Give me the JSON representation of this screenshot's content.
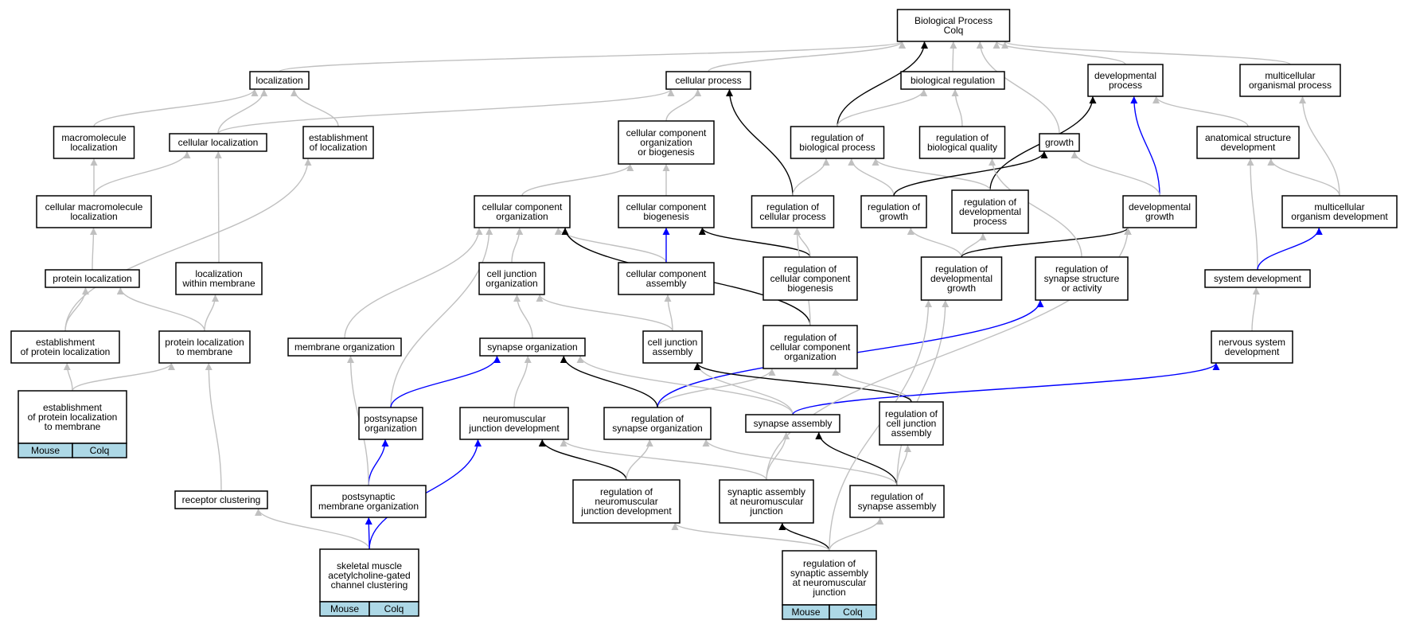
{
  "edge_types": {
    "is_a": "#c0c0c0",
    "part_of": "#0000ff",
    "regulates": "#000000"
  },
  "nodes": [
    {
      "id": "bp",
      "lines": [
        "Biological Process",
        "Colq"
      ]
    },
    {
      "id": "loc",
      "lines": [
        "localization"
      ]
    },
    {
      "id": "cp",
      "lines": [
        "cellular process"
      ]
    },
    {
      "id": "br",
      "lines": [
        "biological regulation"
      ]
    },
    {
      "id": "dp",
      "lines": [
        "developmental",
        "process"
      ]
    },
    {
      "id": "mop",
      "lines": [
        "multicellular",
        "organismal process"
      ]
    },
    {
      "id": "ml",
      "lines": [
        "macromolecule",
        "localization"
      ]
    },
    {
      "id": "cl",
      "lines": [
        "cellular localization"
      ]
    },
    {
      "id": "eol",
      "lines": [
        "establishment",
        "of localization"
      ]
    },
    {
      "id": "ccob",
      "lines": [
        "cellular component",
        "organization",
        "or biogenesis"
      ]
    },
    {
      "id": "rbp",
      "lines": [
        "regulation of",
        "biological process"
      ]
    },
    {
      "id": "rbq",
      "lines": [
        "regulation of",
        "biological quality"
      ]
    },
    {
      "id": "gr",
      "lines": [
        "growth"
      ]
    },
    {
      "id": "asd",
      "lines": [
        "anatomical structure",
        "development"
      ]
    },
    {
      "id": "cml",
      "lines": [
        "cellular macromolecule",
        "localization"
      ]
    },
    {
      "id": "cco",
      "lines": [
        "cellular component",
        "organization"
      ]
    },
    {
      "id": "ccb",
      "lines": [
        "cellular component",
        "biogenesis"
      ]
    },
    {
      "id": "rcp",
      "lines": [
        "regulation of",
        "cellular process"
      ]
    },
    {
      "id": "rg",
      "lines": [
        "regulation of",
        "growth"
      ]
    },
    {
      "id": "rdp",
      "lines": [
        "regulation of",
        "developmental",
        "process"
      ]
    },
    {
      "id": "dg",
      "lines": [
        "developmental",
        "growth"
      ]
    },
    {
      "id": "mod",
      "lines": [
        "multicellular",
        "organism development"
      ]
    },
    {
      "id": "pl",
      "lines": [
        "protein localization"
      ]
    },
    {
      "id": "lwm",
      "lines": [
        "localization",
        "within membrane"
      ]
    },
    {
      "id": "cjo",
      "lines": [
        "cell junction",
        "organization"
      ]
    },
    {
      "id": "cca",
      "lines": [
        "cellular component",
        "assembly"
      ]
    },
    {
      "id": "rccb",
      "lines": [
        "regulation of",
        "cellular component",
        "biogenesis"
      ]
    },
    {
      "id": "rdg",
      "lines": [
        "regulation of",
        "developmental",
        "growth"
      ]
    },
    {
      "id": "rssa",
      "lines": [
        "regulation of",
        "synapse structure",
        "or activity"
      ]
    },
    {
      "id": "sd",
      "lines": [
        "system development"
      ]
    },
    {
      "id": "epl",
      "lines": [
        "establishment",
        "of protein localization"
      ]
    },
    {
      "id": "pltm",
      "lines": [
        "protein localization",
        "to membrane"
      ]
    },
    {
      "id": "mo",
      "lines": [
        "membrane organization"
      ]
    },
    {
      "id": "so",
      "lines": [
        "synapse organization"
      ]
    },
    {
      "id": "cja",
      "lines": [
        "cell junction",
        "assembly"
      ]
    },
    {
      "id": "rcco",
      "lines": [
        "regulation of",
        "cellular component",
        "organization"
      ]
    },
    {
      "id": "nsd",
      "lines": [
        "nervous system",
        "development"
      ]
    },
    {
      "id": "epltm",
      "lines": [
        "establishment",
        "of protein localization",
        "to membrane"
      ],
      "tags": [
        "Mouse",
        "Colq"
      ]
    },
    {
      "id": "pso",
      "lines": [
        "postsynapse",
        "organization"
      ]
    },
    {
      "id": "njd",
      "lines": [
        "neuromuscular",
        "junction development"
      ]
    },
    {
      "id": "rso",
      "lines": [
        "regulation of",
        "synapse organization"
      ]
    },
    {
      "id": "sa",
      "lines": [
        "synapse assembly"
      ]
    },
    {
      "id": "rcja",
      "lines": [
        "regulation of",
        "cell junction",
        "assembly"
      ]
    },
    {
      "id": "rc",
      "lines": [
        "receptor clustering"
      ]
    },
    {
      "id": "pmo",
      "lines": [
        "postsynaptic",
        "membrane organization"
      ]
    },
    {
      "id": "rnjd",
      "lines": [
        "regulation of",
        "neuromuscular",
        "junction development"
      ]
    },
    {
      "id": "sanj",
      "lines": [
        "synaptic assembly",
        "at neuromuscular",
        "junction"
      ]
    },
    {
      "id": "rsa",
      "lines": [
        "regulation of",
        "synapse assembly"
      ]
    },
    {
      "id": "smac",
      "lines": [
        "skeletal muscle",
        "acetylcholine-gated",
        "channel clustering"
      ],
      "tags": [
        "Mouse",
        "Colq"
      ]
    },
    {
      "id": "rsanj",
      "lines": [
        "regulation of",
        "synaptic assembly",
        "at neuromuscular",
        "junction"
      ],
      "tags": [
        "Mouse",
        "Colq"
      ]
    }
  ],
  "edges": [
    {
      "from": "loc",
      "to": "bp",
      "type": "is_a"
    },
    {
      "from": "cp",
      "to": "bp",
      "type": "is_a"
    },
    {
      "from": "br",
      "to": "bp",
      "type": "is_a"
    },
    {
      "from": "dp",
      "to": "bp",
      "type": "is_a"
    },
    {
      "from": "mop",
      "to": "bp",
      "type": "is_a"
    },
    {
      "from": "rbp",
      "to": "bp",
      "type": "regulates"
    },
    {
      "from": "gr",
      "to": "bp",
      "type": "is_a"
    },
    {
      "from": "ml",
      "to": "loc",
      "type": "is_a"
    },
    {
      "from": "cl",
      "to": "loc",
      "type": "is_a"
    },
    {
      "from": "eol",
      "to": "loc",
      "type": "is_a"
    },
    {
      "from": "cl",
      "to": "cp",
      "type": "is_a"
    },
    {
      "from": "ccob",
      "to": "cp",
      "type": "is_a"
    },
    {
      "from": "rcp",
      "to": "cp",
      "type": "regulates"
    },
    {
      "from": "rbp",
      "to": "br",
      "type": "is_a"
    },
    {
      "from": "rbq",
      "to": "br",
      "type": "is_a"
    },
    {
      "from": "asd",
      "to": "dp",
      "type": "is_a"
    },
    {
      "from": "dg",
      "to": "dp",
      "type": "part_of"
    },
    {
      "from": "rdp",
      "to": "dp",
      "type": "regulates"
    },
    {
      "from": "mod",
      "to": "mop",
      "type": "is_a"
    },
    {
      "from": "cml",
      "to": "ml",
      "type": "is_a"
    },
    {
      "from": "cml",
      "to": "cl",
      "type": "is_a"
    },
    {
      "from": "lwm",
      "to": "cl",
      "type": "is_a"
    },
    {
      "from": "cco",
      "to": "ccob",
      "type": "is_a"
    },
    {
      "from": "ccb",
      "to": "ccob",
      "type": "is_a"
    },
    {
      "from": "rcp",
      "to": "rbp",
      "type": "is_a"
    },
    {
      "from": "rg",
      "to": "rbp",
      "type": "is_a"
    },
    {
      "from": "rdp",
      "to": "rbp",
      "type": "is_a"
    },
    {
      "from": "rg",
      "to": "gr",
      "type": "regulates"
    },
    {
      "from": "dg",
      "to": "gr",
      "type": "is_a"
    },
    {
      "from": "mod",
      "to": "asd",
      "type": "is_a"
    },
    {
      "from": "sd",
      "to": "asd",
      "type": "is_a"
    },
    {
      "from": "pl",
      "to": "cml",
      "type": "is_a"
    },
    {
      "from": "cca",
      "to": "cco",
      "type": "is_a"
    },
    {
      "from": "cjo",
      "to": "cco",
      "type": "is_a"
    },
    {
      "from": "mo",
      "to": "cco",
      "type": "is_a"
    },
    {
      "from": "pso",
      "to": "cco",
      "type": "is_a"
    },
    {
      "from": "rcco",
      "to": "cco",
      "type": "regulates"
    },
    {
      "from": "cca",
      "to": "ccb",
      "type": "part_of"
    },
    {
      "from": "rccb",
      "to": "ccb",
      "type": "regulates"
    },
    {
      "from": "rccb",
      "to": "rcp",
      "type": "is_a"
    },
    {
      "from": "rcco",
      "to": "rcp",
      "type": "is_a"
    },
    {
      "from": "rdg",
      "to": "rg",
      "type": "is_a"
    },
    {
      "from": "rdg",
      "to": "rdp",
      "type": "is_a"
    },
    {
      "from": "rdg",
      "to": "dg",
      "type": "regulates"
    },
    {
      "from": "sd",
      "to": "mod",
      "type": "part_of"
    },
    {
      "from": "epl",
      "to": "pl",
      "type": "is_a"
    },
    {
      "from": "pltm",
      "to": "pl",
      "type": "is_a"
    },
    {
      "from": "pltm",
      "to": "lwm",
      "type": "is_a"
    },
    {
      "from": "so",
      "to": "cjo",
      "type": "is_a"
    },
    {
      "from": "cja",
      "to": "cjo",
      "type": "is_a"
    },
    {
      "from": "cja",
      "to": "cca",
      "type": "is_a"
    },
    {
      "from": "rso",
      "to": "rcco",
      "type": "is_a"
    },
    {
      "from": "rcja",
      "to": "rcco",
      "type": "is_a"
    },
    {
      "from": "rsa",
      "to": "rdg",
      "type": "is_a"
    },
    {
      "from": "rssa",
      "to": "rbq",
      "type": "is_a"
    },
    {
      "from": "rso",
      "to": "rssa",
      "type": "part_of"
    },
    {
      "from": "nsd",
      "to": "sd",
      "type": "is_a"
    },
    {
      "from": "epl",
      "to": "eol",
      "type": "is_a"
    },
    {
      "from": "epltm",
      "to": "epl",
      "type": "is_a"
    },
    {
      "from": "epltm",
      "to": "pltm",
      "type": "is_a"
    },
    {
      "from": "pso",
      "to": "so",
      "type": "part_of"
    },
    {
      "from": "njd",
      "to": "so",
      "type": "is_a"
    },
    {
      "from": "rso",
      "to": "so",
      "type": "regulates"
    },
    {
      "from": "sa",
      "to": "so",
      "type": "is_a"
    },
    {
      "from": "sa",
      "to": "cja",
      "type": "is_a"
    },
    {
      "from": "rcja",
      "to": "cja",
      "type": "regulates"
    },
    {
      "from": "sa",
      "to": "nsd",
      "type": "part_of"
    },
    {
      "from": "pmo",
      "to": "pso",
      "type": "part_of"
    },
    {
      "from": "pmo",
      "to": "mo",
      "type": "is_a"
    },
    {
      "from": "rc",
      "to": "pltm",
      "type": "is_a"
    },
    {
      "from": "rnjd",
      "to": "njd",
      "type": "regulates"
    },
    {
      "from": "sanj",
      "to": "njd",
      "type": "is_a"
    },
    {
      "from": "rnjd",
      "to": "rso",
      "type": "is_a"
    },
    {
      "from": "rsa",
      "to": "rso",
      "type": "is_a"
    },
    {
      "from": "sanj",
      "to": "sa",
      "type": "is_a"
    },
    {
      "from": "rsa",
      "to": "sa",
      "type": "regulates"
    },
    {
      "from": "rsa",
      "to": "rcja",
      "type": "is_a"
    },
    {
      "from": "sanj",
      "to": "dg",
      "type": "is_a"
    },
    {
      "from": "smac",
      "to": "pmo",
      "type": "part_of"
    },
    {
      "from": "smac",
      "to": "rc",
      "type": "is_a"
    },
    {
      "from": "smac",
      "to": "njd",
      "type": "part_of"
    },
    {
      "from": "rsanj",
      "to": "sanj",
      "type": "regulates"
    },
    {
      "from": "rsanj",
      "to": "rnjd",
      "type": "is_a"
    },
    {
      "from": "rsanj",
      "to": "rsa",
      "type": "is_a"
    },
    {
      "from": "rsanj",
      "to": "rdg",
      "type": "is_a"
    }
  ]
}
